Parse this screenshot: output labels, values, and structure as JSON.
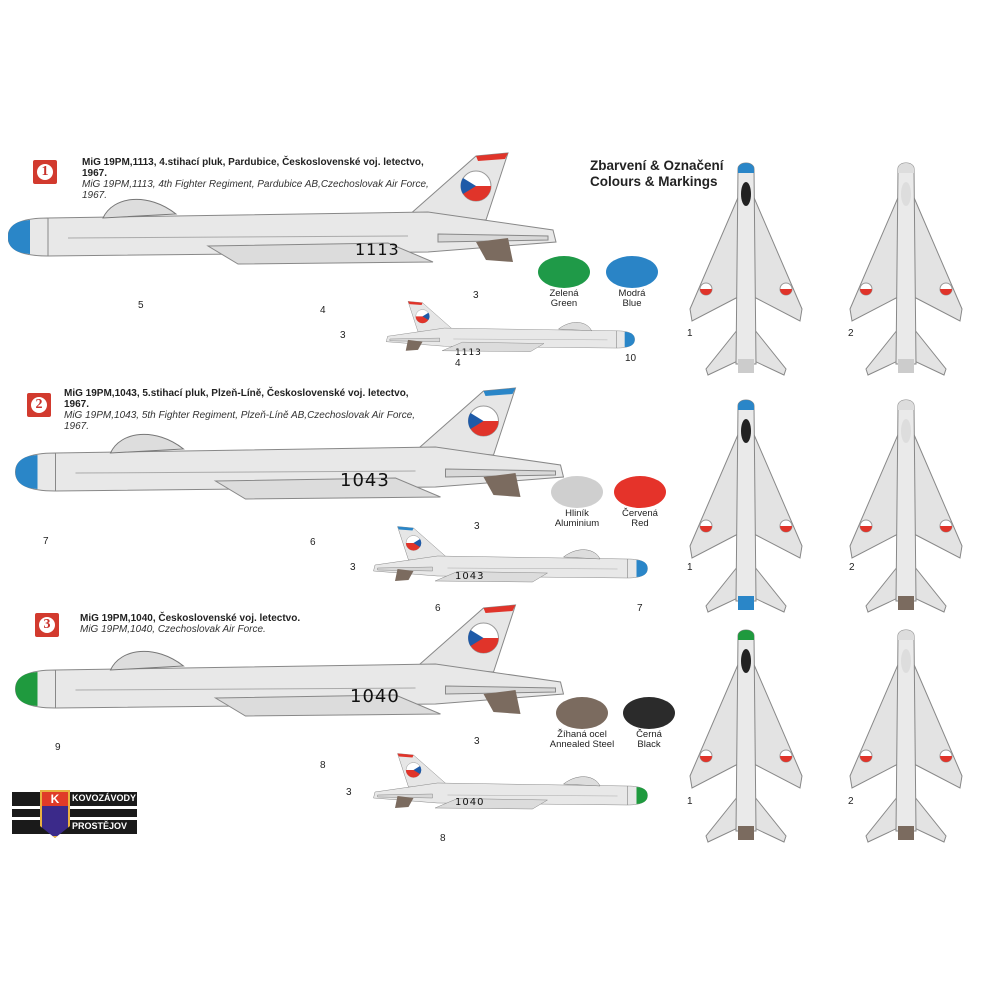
{
  "header": {
    "title_cz": "Zbarvení & Označení",
    "title_en": "Colours & Markings"
  },
  "schemes": [
    {
      "number": "1",
      "line_cz": "MiG 19PM,1113, 4.stihací pluk, Pardubice, Československé voj. letectvo,",
      "year_cz": "1967.",
      "line_en": "MiG 19PM,1113, 4th Fighter Regiment, Pardubice AB,Czechoslovak Air Force,",
      "year_en": "1967.",
      "serial": "1113",
      "nose_color": "#2a86c8",
      "fin_color": "#e0342a"
    },
    {
      "number": "2",
      "line_cz": "MiG 19PM,1043, 5.stihací pluk, Plzeň-Líně, Československé voj. letectvo,",
      "year_cz": "1967.",
      "line_en": "MiG 19PM,1043, 5th Fighter Regiment, Plzeň-Líně AB,Czechoslovak Air Force,",
      "year_en": "1967.",
      "serial": "1043",
      "nose_color": "#2a86c8",
      "fin_color": "#2a86c8"
    },
    {
      "number": "3",
      "line_cz": "MiG 19PM,1040,  Československé voj. letectvo.",
      "year_cz": "",
      "line_en": "MiG 19PM,1040,  Czechoslovak Air Force.",
      "year_en": "",
      "serial": "1040",
      "nose_color": "#1f9a3e",
      "fin_color": "#e0342a"
    }
  ],
  "swatches": [
    {
      "cz": "Zelená",
      "en": "Green",
      "color": "#1f9a48"
    },
    {
      "cz": "Modrá",
      "en": "Blue",
      "color": "#2a84c6"
    },
    {
      "cz": "Hliník",
      "en": "Aluminium",
      "color": "#cfcfcf"
    },
    {
      "cz": "Červená",
      "en": "Red",
      "color": "#e5332a"
    },
    {
      "cz": "Žíhaná ocel",
      "en": "Annealed Steel",
      "color": "#7b6b5f"
    },
    {
      "cz": "Černá",
      "en": "Black",
      "color": "#2b2b2b"
    }
  ],
  "callouts": {
    "c1": "1",
    "c2": "2",
    "c3": "3",
    "c4": "4",
    "c5": "5",
    "c6": "6",
    "c7": "7",
    "c8": "8",
    "c9": "9",
    "c10": "10"
  },
  "logo": {
    "line1": "KOVOZÁVODY",
    "line2": "PROSTĚJOV",
    "letter": "K"
  }
}
